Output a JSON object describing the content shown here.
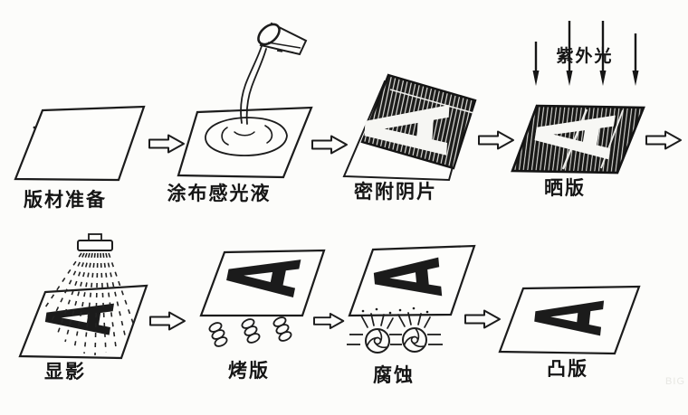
{
  "figure": {
    "letter": "A",
    "uv_label": "紫外光",
    "watermark": "BIG",
    "stations": [
      {
        "id": "plate-prep",
        "label": "版材准备"
      },
      {
        "id": "coat-emulsion",
        "label": "涂布感光液"
      },
      {
        "id": "attach-negative",
        "label": "密附阴片"
      },
      {
        "id": "expose",
        "label": "晒版"
      },
      {
        "id": "develop",
        "label": "显影"
      },
      {
        "id": "bake",
        "label": "烤版"
      },
      {
        "id": "etch",
        "label": "腐蚀"
      },
      {
        "id": "relief-plate",
        "label": "凸版"
      }
    ],
    "ink_color": "#1c1c1c",
    "paper_color": "#fcfcfa"
  }
}
